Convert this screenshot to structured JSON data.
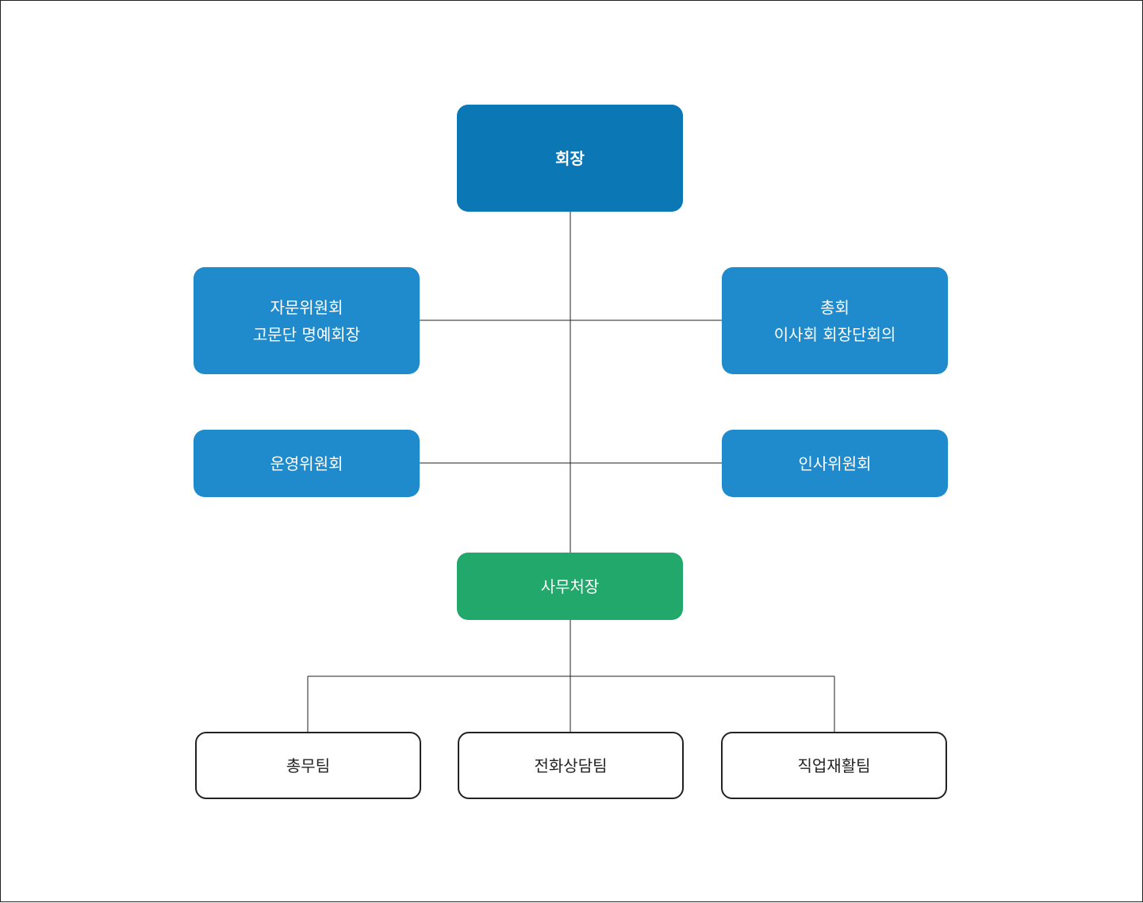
{
  "colors": {
    "chairman": "#0b77b5",
    "committee": "#1f8bcc",
    "secretary": "#22a86b",
    "team_border": "#222222",
    "line": "#222222"
  },
  "chairman": {
    "label": "회장"
  },
  "left_upper": {
    "line1": "자문위원회",
    "line2": "고문단 명예회장"
  },
  "right_upper": {
    "line1": "총회",
    "line2": "이사회 회장단회의"
  },
  "left_lower": {
    "label": "운영위원회"
  },
  "right_lower": {
    "label": "인사위원회"
  },
  "secretary_general": {
    "label": "사무처장"
  },
  "teams": [
    {
      "label": "총무팀"
    },
    {
      "label": "전화상담팀"
    },
    {
      "label": "직업재활팀"
    }
  ]
}
